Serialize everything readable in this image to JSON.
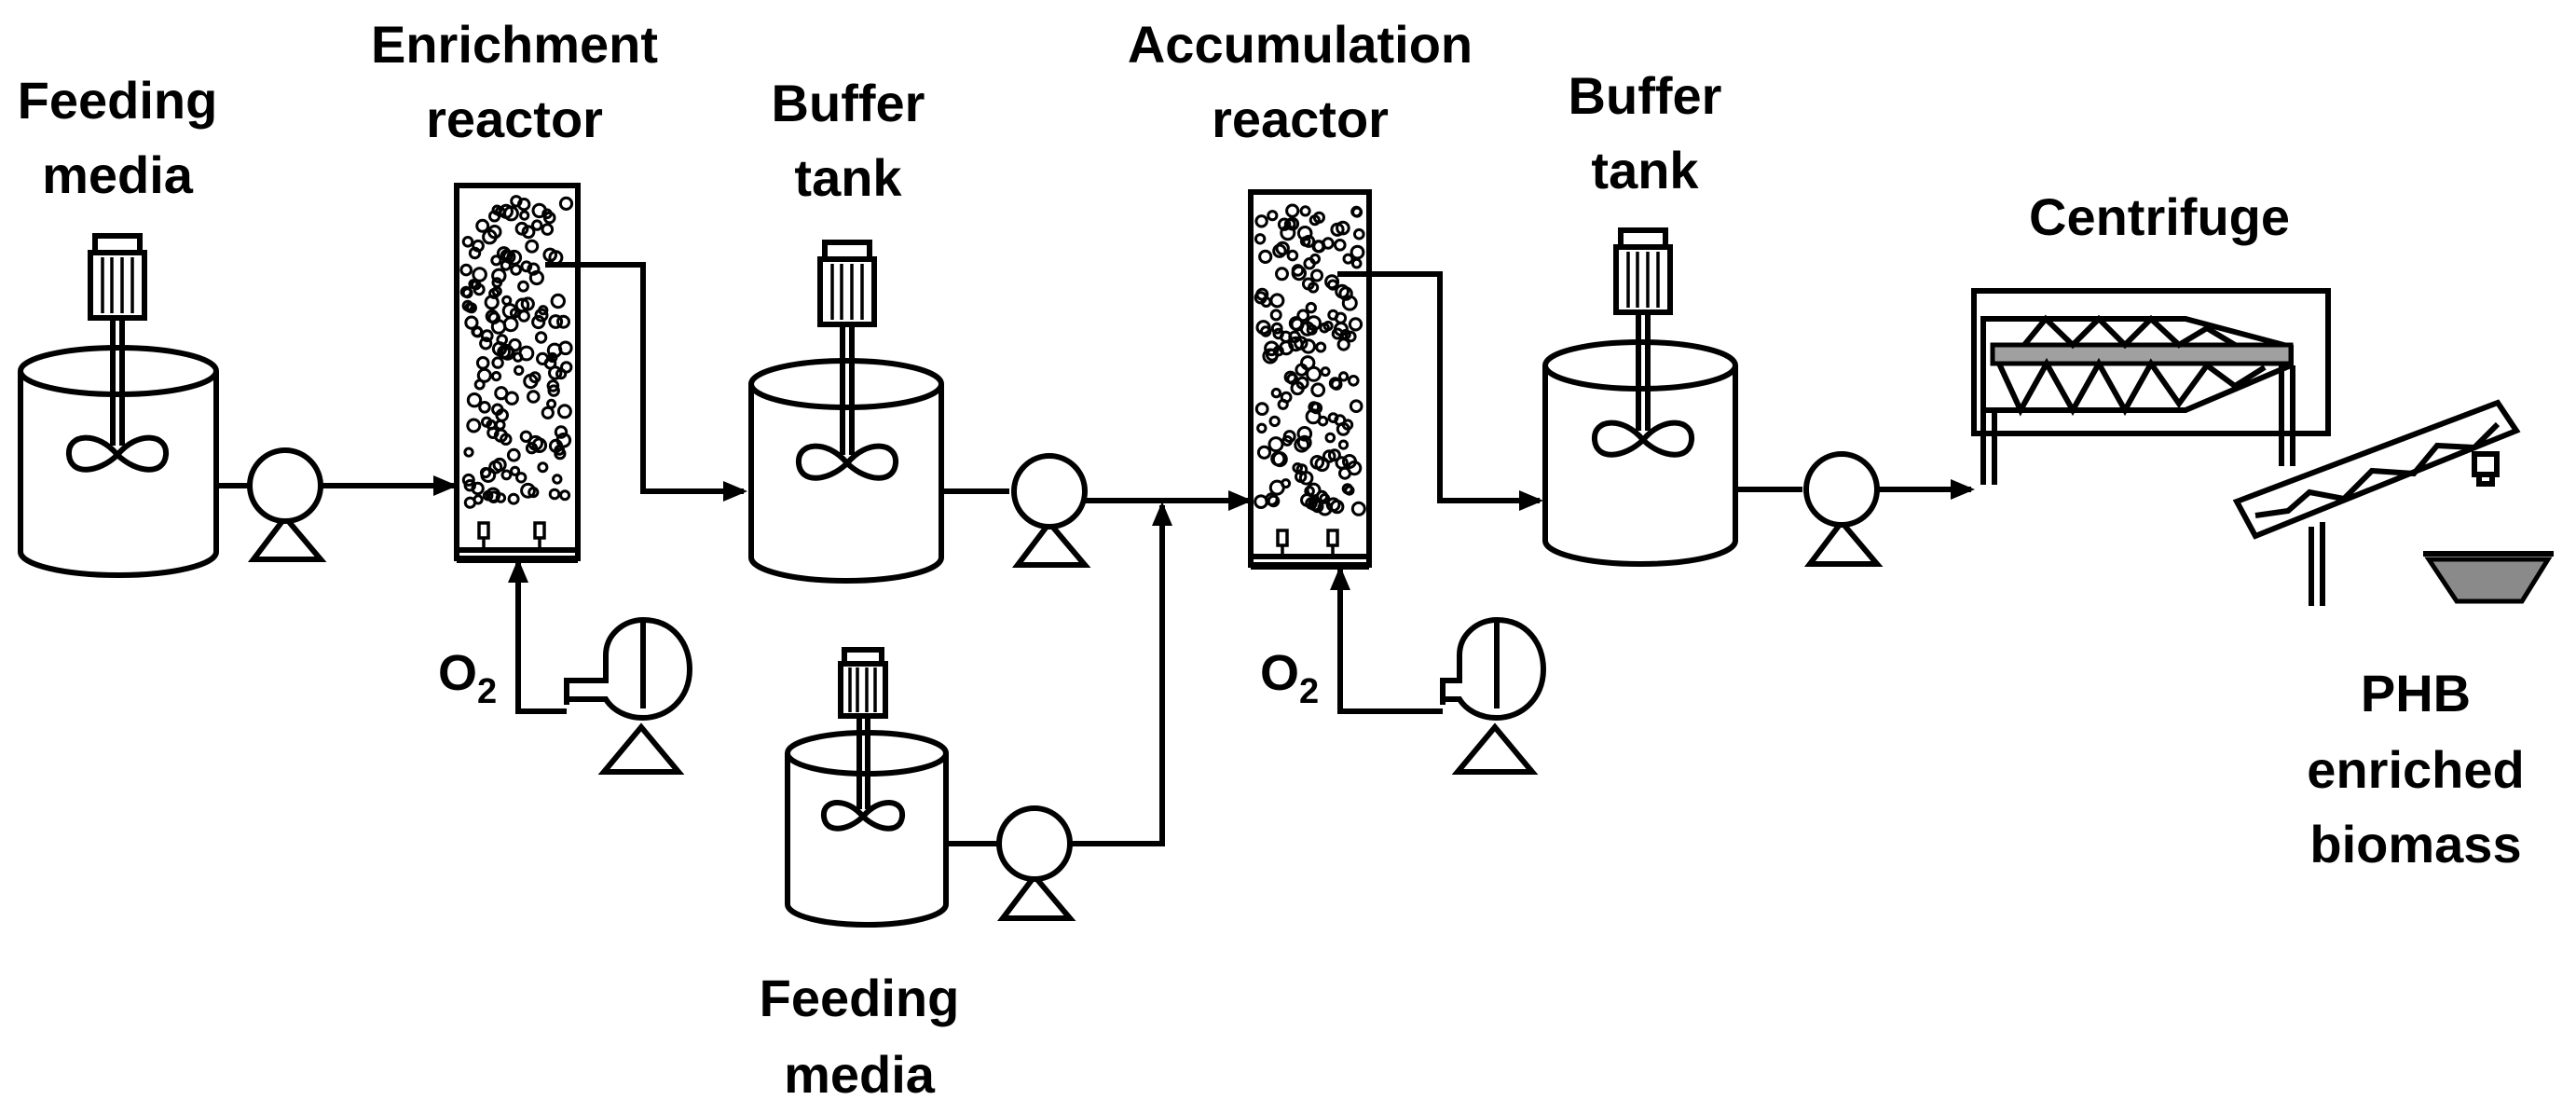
{
  "labels": {
    "feeding_media_1": [
      "Feeding",
      "media"
    ],
    "enrichment_reactor": [
      "Enrichment",
      "reactor"
    ],
    "buffer_tank_1": [
      "Buffer",
      "tank"
    ],
    "accumulation_reactor": [
      "Accumulation",
      "reactor"
    ],
    "buffer_tank_2": [
      "Buffer",
      "tank"
    ],
    "centrifuge": "Centrifuge",
    "feeding_media_2": [
      "Feeding",
      "media"
    ],
    "product": [
      "PHB",
      "enriched",
      "biomass"
    ],
    "oxygen_1": {
      "base": "O",
      "sub": "2"
    },
    "oxygen_2": {
      "base": "O",
      "sub": "2"
    }
  },
  "icons": {
    "tank": "stirred-tank-icon",
    "pump": "centrifugal-pump-icon",
    "blower": "air-blower-icon",
    "reactor": "bubble-column-reactor-icon",
    "centrifuge": "decanter-centrifuge-icon",
    "collector": "collection-hopper-icon"
  },
  "colors": {
    "line": "#000000",
    "background": "#ffffff",
    "hopper": "#8a8a8a",
    "bar": "#a0a0a0"
  }
}
